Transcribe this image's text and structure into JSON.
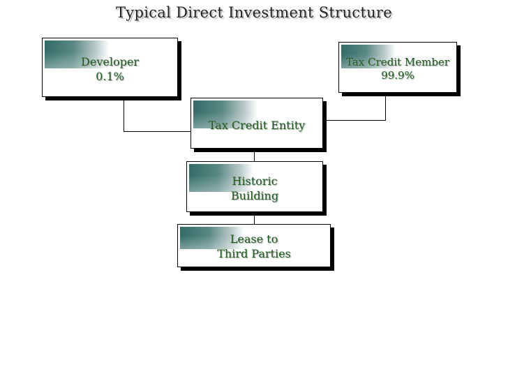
{
  "title": "Typical Direct Investment Structure",
  "nodes": {
    "developer": {
      "name": "Developer",
      "share": "0.1%"
    },
    "member": {
      "name": "Tax Credit Member",
      "share": "99.9%"
    },
    "entity": {
      "name": "Tax Credit Entity"
    },
    "building": {
      "line1": "Historic",
      "line2": "Building"
    },
    "lease": {
      "line1": "Lease to",
      "line2": "Third Parties"
    }
  },
  "colors": {
    "text": "#1d5e1d",
    "gradient": "#28645f"
  }
}
